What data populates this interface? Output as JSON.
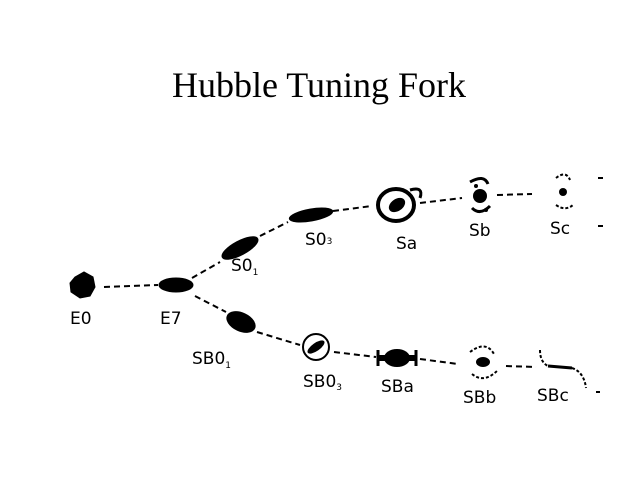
{
  "title": "Hubble Tuning Fork",
  "labels": {
    "e0": "E0",
    "e7": "E7",
    "s01_main": "S0",
    "s01_sub": "1",
    "s03_main": "S0",
    "s03_sub": "3",
    "sa": "Sa",
    "sb": "Sb",
    "sc": "Sc",
    "sb01_main": "SB0",
    "sb01_sub": "1",
    "sb03_main": "SB0",
    "sb03_sub": "3",
    "sba": "SBa",
    "sbb": "SBb",
    "sbc": "SBc"
  },
  "colors": {
    "ink": "#000000",
    "background": "#ffffff"
  }
}
